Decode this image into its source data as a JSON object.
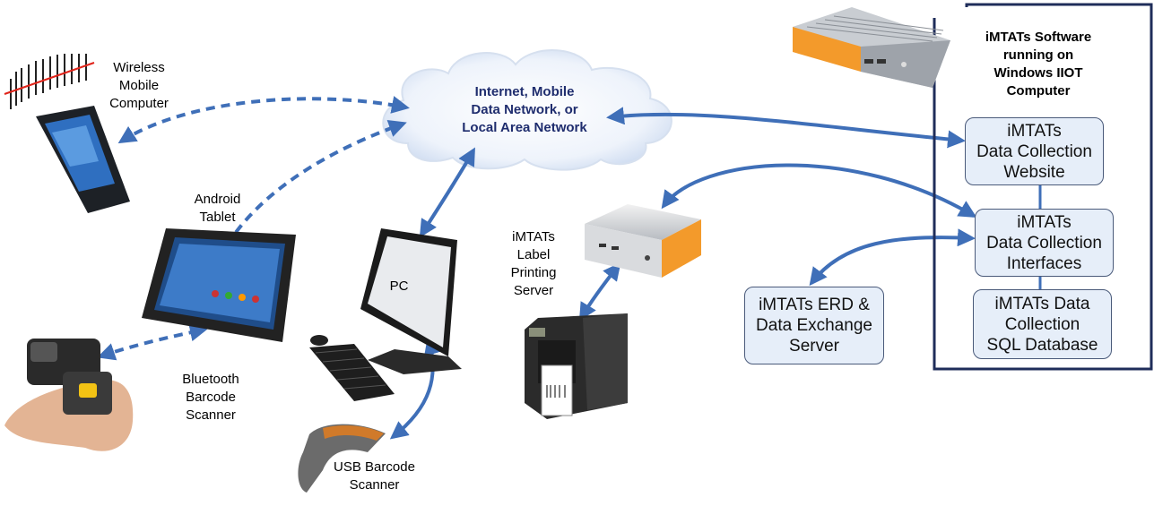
{
  "cloud": {
    "lines": [
      "Internet, Mobile",
      "Data Network, or",
      "Local Area Network"
    ]
  },
  "software_title": {
    "lines": [
      "iMTATs Software",
      "running on",
      "Windows IIOT",
      "Computer"
    ]
  },
  "boxes": {
    "website": {
      "lines": [
        "iMTATs",
        "Data Collection",
        "Website"
      ]
    },
    "interfaces": {
      "lines": [
        "iMTATs",
        "Data Collection",
        "Interfaces"
      ]
    },
    "database": {
      "lines": [
        "iMTATs Data",
        "Collection",
        "SQL Database"
      ]
    },
    "erd": {
      "lines": [
        "iMTATs ERD &",
        "Data Exchange",
        "Server"
      ]
    }
  },
  "labels": {
    "wireless": {
      "lines": [
        "Wireless",
        "Mobile",
        "Computer"
      ]
    },
    "android": {
      "lines": [
        "Android",
        "Tablet"
      ]
    },
    "bluetooth": {
      "lines": [
        "Bluetooth",
        "Barcode",
        "Scanner"
      ]
    },
    "pc": "PC",
    "usb": {
      "lines": [
        "USB Barcode",
        "Scanner"
      ]
    },
    "label_server": {
      "lines": [
        "iMTATs",
        "Label",
        "Printing",
        "Server"
      ]
    }
  },
  "colors": {
    "arrow": "#3f6fb8",
    "box_fill": "#e6eef9",
    "cloud_text": "#1f2d6e",
    "computer_orange": "#f39a2b",
    "frame": "#1f2d5a"
  },
  "icons": [
    "mobile-computer-icon",
    "tablet-icon",
    "ring-scanner-icon",
    "pc-monitor-icon",
    "keyboard-icon",
    "usb-scanner-icon",
    "mini-server-icon",
    "label-printer-icon",
    "iiot-computer-icon",
    "cloud-icon"
  ]
}
